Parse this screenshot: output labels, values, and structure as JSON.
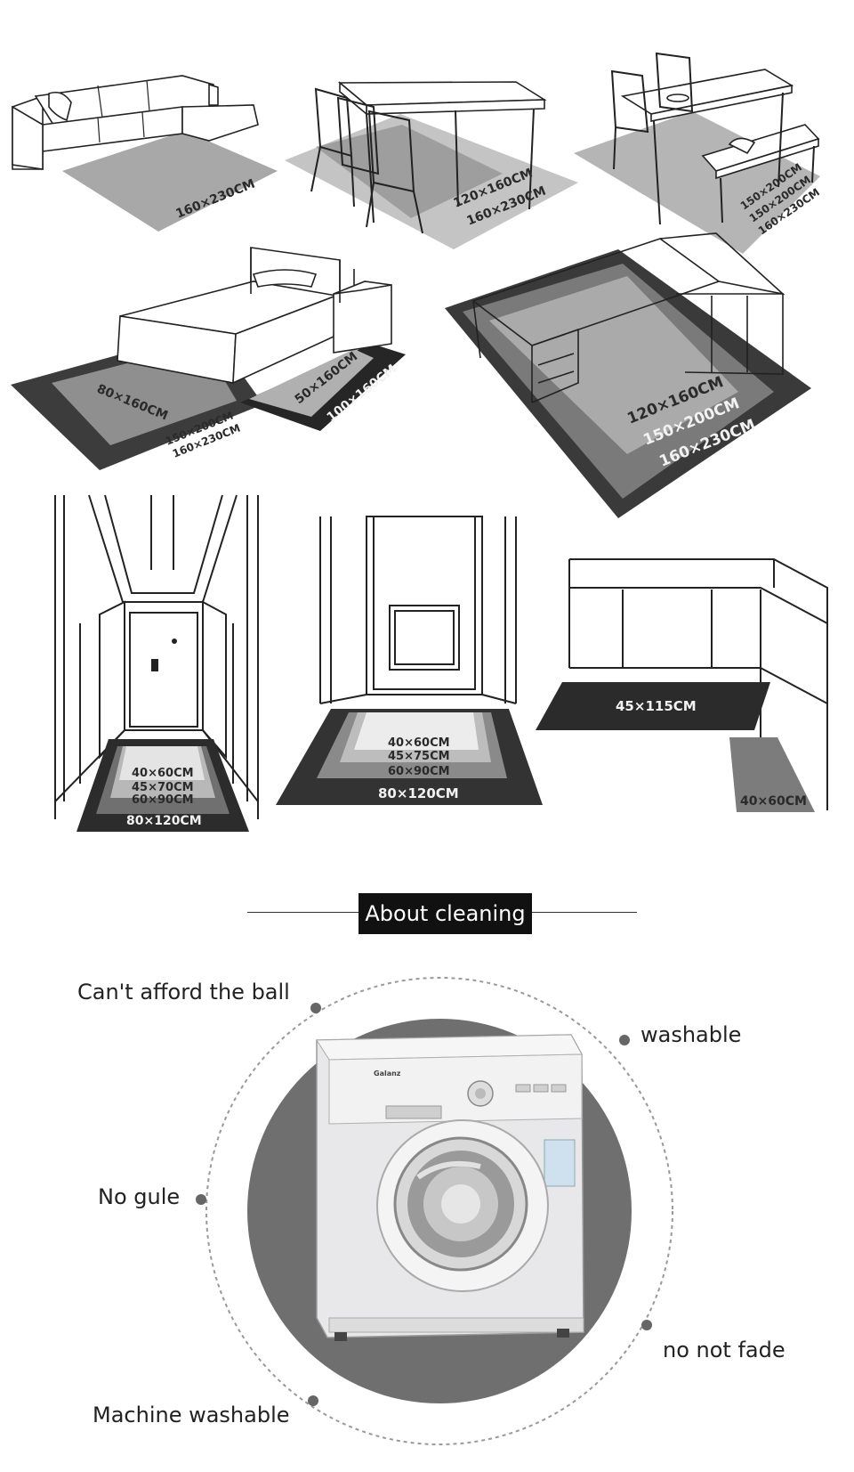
{
  "scenes": {
    "sofa": {
      "size_1": "160×230CM"
    },
    "dining": {
      "size_1": "120×160CM",
      "size_2": "160×230CM"
    },
    "bench_dining": {
      "size_1": "150×200CM",
      "size_2": "150×200CM",
      "size_3": "160×230CM"
    },
    "bedroom": {
      "size_1": "80×160CM",
      "size_2": "150×200CM",
      "size_3": "160×230CM",
      "size_4": "50×160CM",
      "size_5": "100×160CM"
    },
    "office": {
      "size_1": "120×160CM",
      "size_2": "150×200CM",
      "size_3": "160×230CM"
    },
    "hallway": {
      "size_1": "40×60CM",
      "size_2": "45×70CM",
      "size_3": "60×90CM",
      "size_4": "80×120CM"
    },
    "entrance": {
      "size_1": "40×60CM",
      "size_2": "45×75CM",
      "size_3": "60×90CM",
      "size_4": "80×120CM"
    },
    "kitchen": {
      "size_1": "45×115CM",
      "size_2": "40×60CM"
    }
  },
  "cleaning": {
    "title": "About cleaning",
    "features": {
      "ball": "Can't afford the ball",
      "washable": "washable",
      "glue": "No gule",
      "fade": "no not fade",
      "machine": "Machine washable"
    },
    "washer_brand": "Galanz"
  }
}
